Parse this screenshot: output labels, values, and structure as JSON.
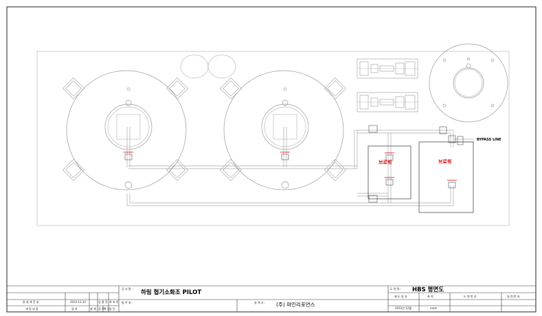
{
  "drawing": {
    "bypass_label": "BYPASS LINE",
    "blower_label_1": "브로워",
    "blower_label_2": "브로워",
    "pipe_color": "#c4c4c4",
    "line_color": "#777777",
    "accent_red": "#d40000"
  },
  "title_block": {
    "project_caption": "공 사 명 :",
    "project_name": "하림 협기소화조 PILOT",
    "client_caption": "발 주 처 :",
    "designer_caption": "설 계 사 :",
    "designer_name": "(주) 파인리포먼스",
    "drawing_caption": "도 면 명 :",
    "drawing_name": "HBS 평면도",
    "col_date": "제 도 일 자",
    "col_scale": "축   척",
    "col_drawing_no": "도   면   번   호",
    "col_serial_no": "일 련 번 호",
    "date_value": "2012년 12월",
    "scale_value": "none",
    "revision_row_1": [
      "원 설 계 진 성",
      "2012.12.12",
      "입 찰 전",
      "최 초 안"
    ],
    "revision_row_2": [
      "개 정 내 용",
      "일   자",
      "설 계",
      "검 토",
      "확 인",
      "승 인"
    ]
  }
}
